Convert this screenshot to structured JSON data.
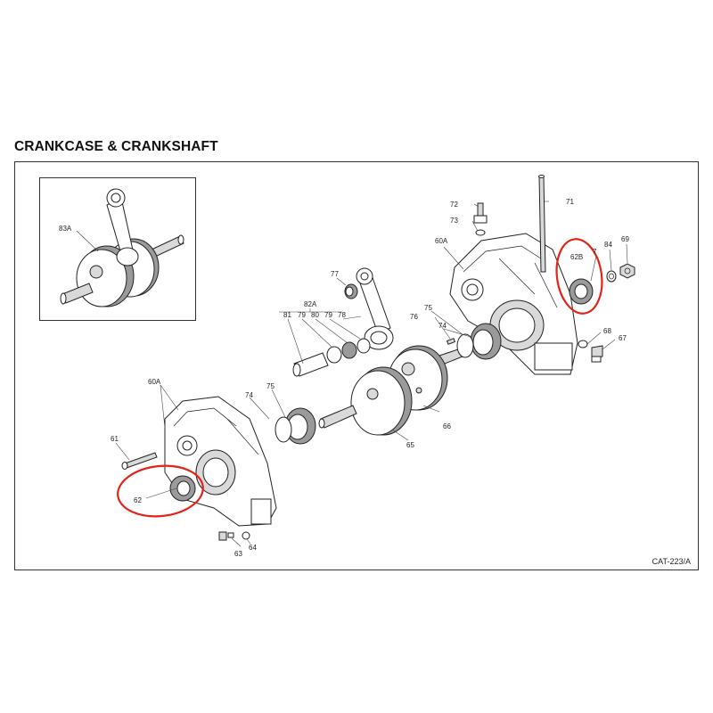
{
  "title": "CRANKCASE & CRANKSHAFT",
  "catalog_ref": "CAT-223/A",
  "highlight_color": "#e2231a",
  "labels": {
    "l83A": "83A",
    "l72": "72",
    "l73": "73",
    "l71": "71",
    "l60A_r": "60A",
    "l84": "84",
    "l69": "69",
    "l62B": "62B",
    "l7x": "7",
    "l77": "77",
    "l82A": "82A",
    "l81": "81",
    "l79a": "79",
    "l80": "80",
    "l79b": "79",
    "l78": "78",
    "l76": "76",
    "l75_r": "75",
    "l74_r": "74",
    "l68": "68",
    "l67": "67",
    "l60A_l": "60A",
    "l74_l": "74",
    "l75_l": "75",
    "l66": "66",
    "l65": "65",
    "l61": "61",
    "l62": "62",
    "l64": "64",
    "l63": "63"
  }
}
